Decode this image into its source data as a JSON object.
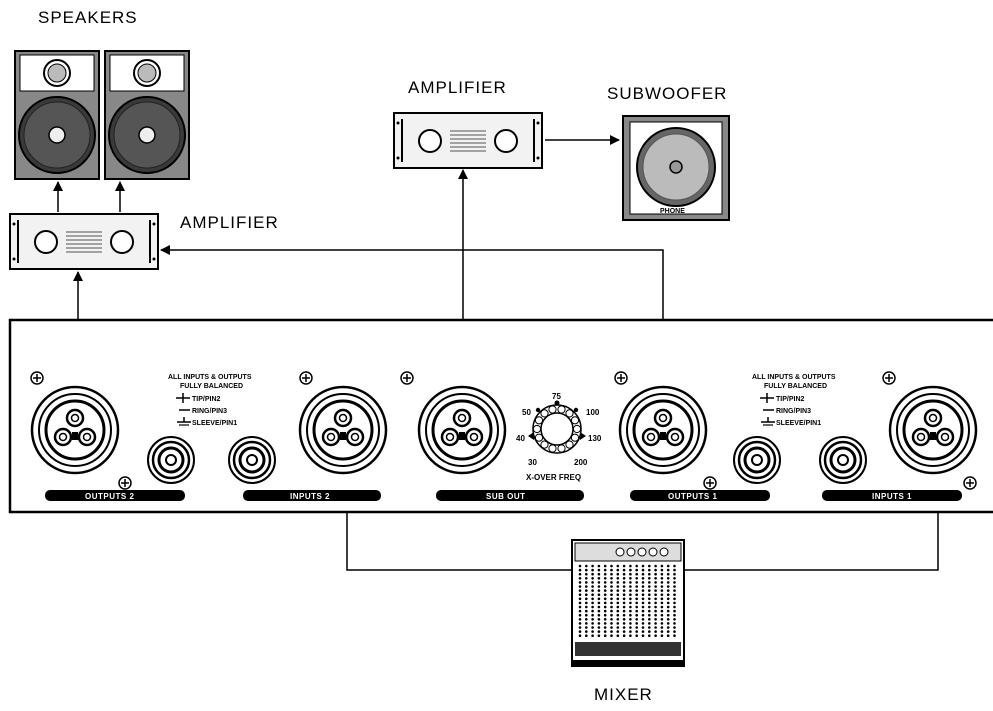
{
  "labels": {
    "speakers": "SPEAKERS",
    "amplifier_top": "AMPLIFIER",
    "subwoofer": "SUBWOOFER",
    "amplifier_left": "AMPLIFIER",
    "mixer": "MIXER",
    "phone": "PHONE"
  },
  "panel": {
    "outputs_2": "OUTPUTS 2",
    "inputs_2": "INPUTS 2",
    "sub_out": "SUB OUT",
    "outputs_1": "OUTPUTS 1",
    "inputs_1": "INPUTS 1",
    "legend_title_1": "ALL INPUTS & OUTPUTS",
    "legend_title_2": "FULLY BALANCED",
    "tip": "TIP/PIN2",
    "ring": "RING/PIN3",
    "sleeve": "SLEEVE/PIN1",
    "knob_label": "X-OVER FREQ",
    "knob_values": [
      "30",
      "40",
      "50",
      "75",
      "100",
      "130",
      "200"
    ]
  },
  "colors": {
    "speaker_cabinet": "#888888",
    "amp_face": "#f2f2f2",
    "ink": "#000000"
  }
}
